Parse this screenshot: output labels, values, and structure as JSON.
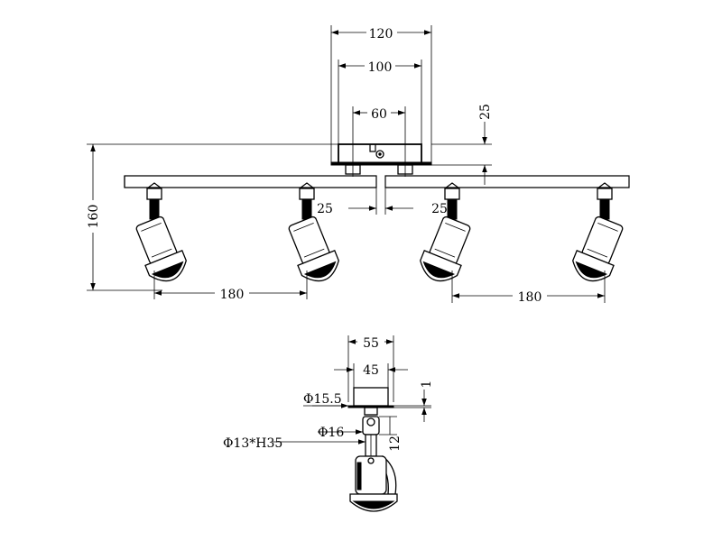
{
  "front_view": {
    "dimensions": {
      "plate_outer_width": "120",
      "plate_inner_width": "100",
      "plate_hole_spacing": "60",
      "plate_height": "25",
      "overall_height": "160",
      "left_arm_offset": "25",
      "right_arm_offset": "25",
      "left_spot_spacing": "180",
      "right_spot_spacing": "180"
    }
  },
  "detail_view": {
    "dimensions": {
      "mount_outer_width": "55",
      "mount_inner_width": "45",
      "mount_diameter": "Φ15.5",
      "mount_thickness": "1",
      "joint_diameter": "Φ16",
      "joint_height": "12",
      "stem_size": "Φ13*H35"
    }
  }
}
